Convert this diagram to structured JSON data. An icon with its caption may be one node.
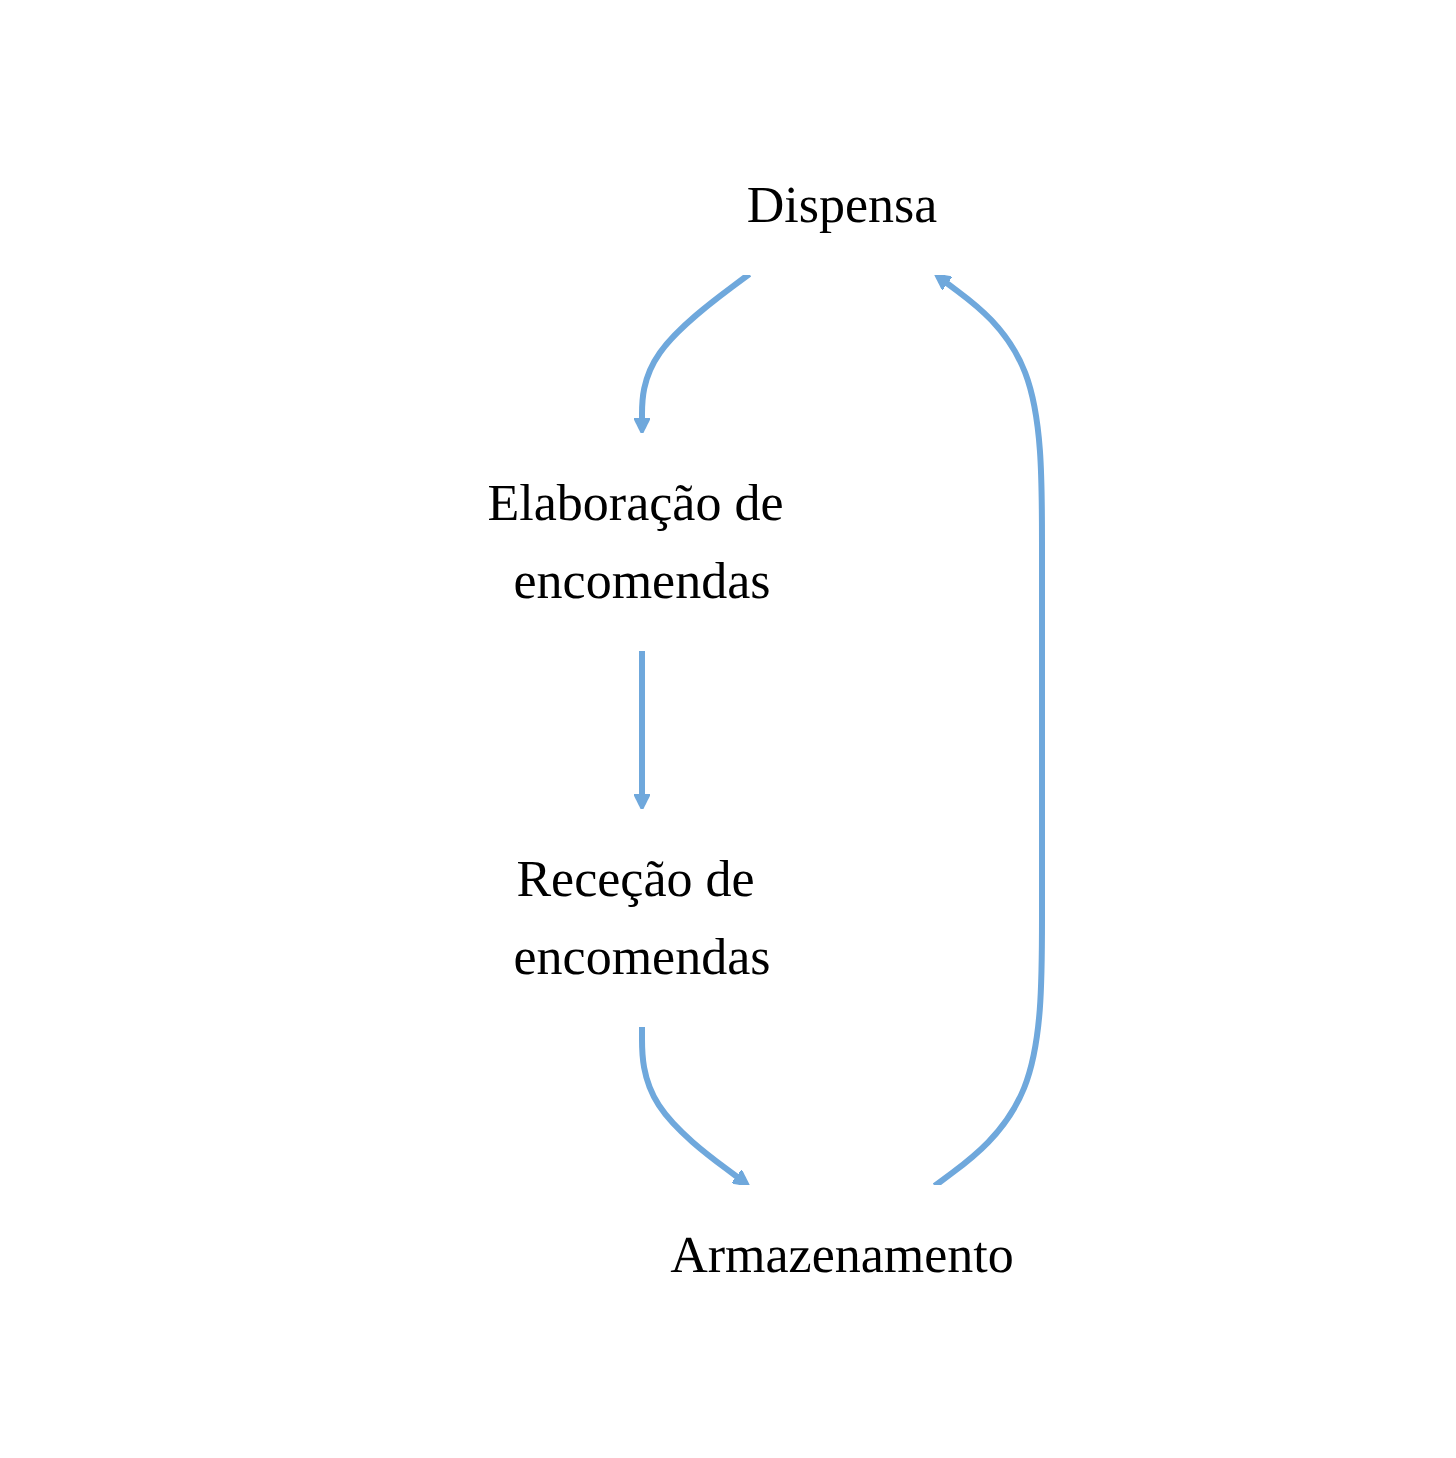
{
  "diagram": {
    "nodes": [
      {
        "text": [
          "Dispensa"
        ]
      },
      {
        "text": [
          "Elaboração de encomendas"
        ]
      },
      {
        "text": [
          "Receção de encomendas"
        ]
      },
      {
        "text": [
          "Armazenamento"
        ]
      }
    ],
    "edges": [
      {
        "from": 0,
        "to": 1,
        "arrow": "to"
      },
      {
        "from": 1,
        "to": 2,
        "arrow": "to"
      },
      {
        "from": 2,
        "to": 3,
        "arrow": "to"
      },
      {
        "from": 3,
        "to": 0,
        "arrow": "to"
      }
    ]
  }
}
